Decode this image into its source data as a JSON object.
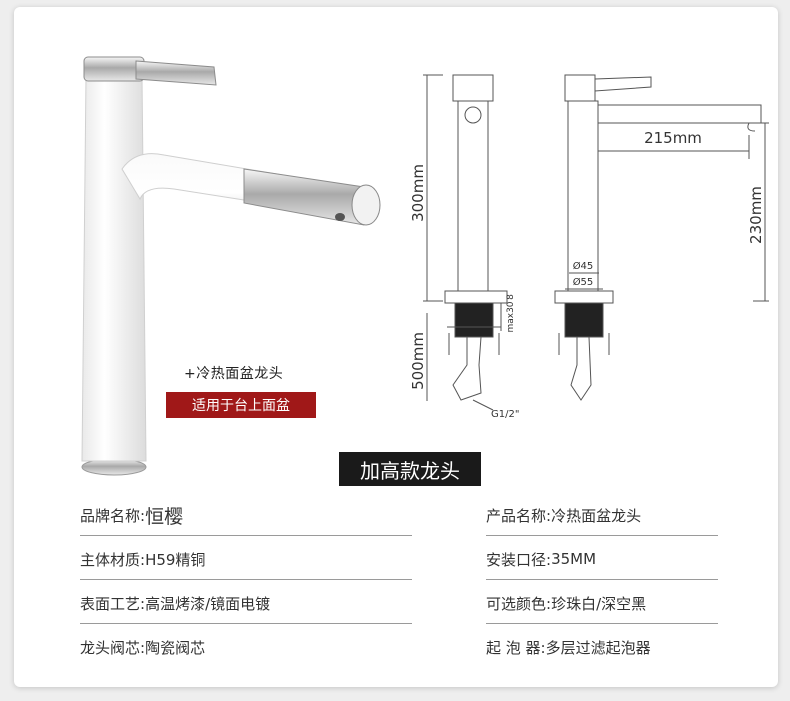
{
  "photo": {
    "tag_hot_cold": "+冷热面盆龙头",
    "tag_counter_basin": "适用于台上面盆"
  },
  "drawing": {
    "dim_height": "300mm",
    "dim_pipe": "500mm",
    "dim_reach": "215mm",
    "dim_spout_height": "230mm",
    "dim_d45": "Ø45",
    "dim_d55": "Ø55",
    "dim_max30": "max30",
    "dim_8": "8",
    "dim_thread": "G1/2\""
  },
  "banner": {
    "title": "加高款龙头"
  },
  "specs": {
    "brand_label": "品牌名称:",
    "brand_value": "恒樱",
    "product_label": "产品名称:",
    "product_value": "冷热面盆龙头",
    "material_label": "主体材质:",
    "material_value": "H59精铜",
    "install_label": "安装口径:",
    "install_value": "35MM",
    "surface_label": "表面工艺:",
    "surface_value": "高温烤漆/镜面电镀",
    "color_label": "可选颜色:",
    "color_value": "珍珠白/深空黑",
    "valve_label": "龙头阀芯:",
    "valve_value": "陶瓷阀芯",
    "aerator_label": "起 泡 器:",
    "aerator_value": "多层过滤起泡器"
  },
  "colors": {
    "accent_red": "#a01818",
    "banner_black": "#1a1a1a",
    "faucet_white": "#ffffff",
    "chrome": "#c8c8c8"
  }
}
